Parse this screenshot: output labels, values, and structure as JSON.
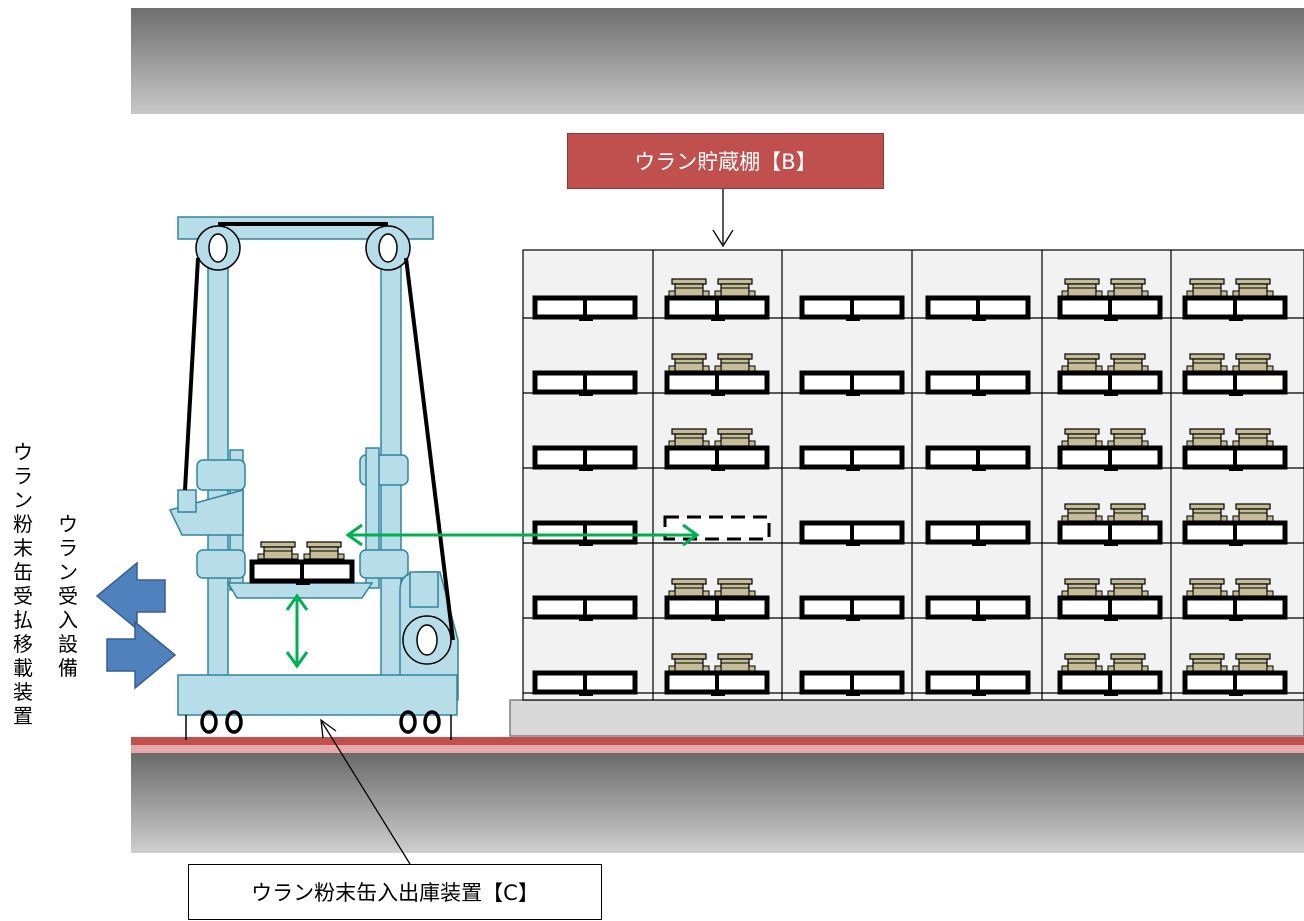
{
  "labels": {
    "storage_shelf": "ウラン貯蔵棚【B】",
    "transfer_device": "ウラン粉末缶入出庫装置【C】",
    "receiving_equipment": "ウラン受入設備",
    "transfer_apparatus": "ウラン粉末缶受払移載装置"
  },
  "colors": {
    "shelf_label_bg": "#c0504d",
    "machine_frame": "#b7dde8",
    "arrow_green": "#00b050",
    "arrow_blue": "#4f81bd",
    "floor_red": "#d9858a",
    "can": "#c4bd97"
  },
  "icons": [
    "arrow-left-icon",
    "arrow-right-icon"
  ]
}
